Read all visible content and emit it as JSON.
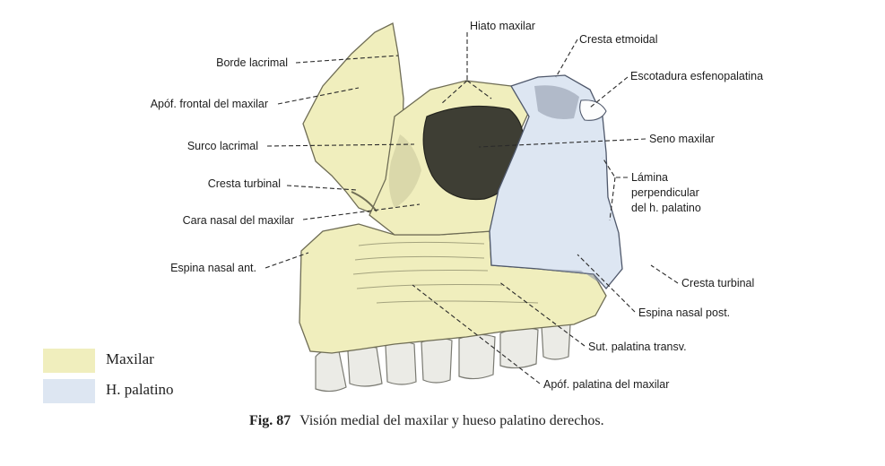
{
  "colors": {
    "maxilar": "#f0eebd",
    "palatino": "#dde6f2",
    "teeth": "#ebebe6",
    "maxilar_shade": "#c9c79a",
    "palatino_shade": "#8d96a8"
  },
  "labels": {
    "hiato_maxilar": "Hiato maxilar",
    "cresta_etmoidal": "Cresta etmoidal",
    "escotadura_esfenopalatina": "Escotadura esfenopalatina",
    "seno_maxilar": "Seno maxilar",
    "lamina_1": "Lámina",
    "lamina_2": "perpendicular",
    "lamina_3": "del h. palatino",
    "cresta_turbinal_r": "Cresta turbinal",
    "espina_nasal_post": "Espina nasal post.",
    "sut_palatina_transv": "Sut. palatina transv.",
    "apof_palatina": "Apóf. palatina del maxilar",
    "borde_lacrimal": "Borde lacrimal",
    "apof_frontal": "Apóf. frontal del maxilar",
    "surco_lacrimal": "Surco lacrimal",
    "cresta_turbinal_l": "Cresta turbinal",
    "cara_nasal": "Cara nasal del maxilar",
    "espina_nasal_ant": "Espina nasal ant."
  },
  "legend": [
    {
      "label": "Maxilar"
    },
    {
      "label": "H. palatino"
    }
  ],
  "caption": {
    "fig": "Fig. 87",
    "text": "Visión medial del maxilar y hueso palatino derechos."
  }
}
